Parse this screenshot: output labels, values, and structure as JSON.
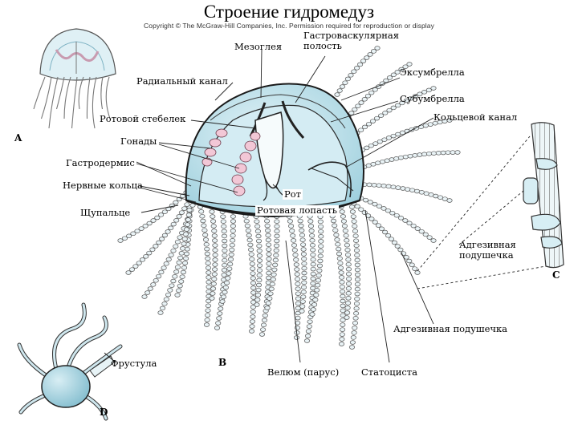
{
  "title": "Строение гидромедуз",
  "copyright": "Copyright © The McGraw-Hill Companies, Inc. Permission required for reproduction or display",
  "panels": {
    "a": "A",
    "b": "B",
    "c": "C",
    "d": "D"
  },
  "labels": {
    "mesoglea": "Мезоглея",
    "gastrovascular": "Гастроваскулярная полость",
    "exumbrella": "Эксумбрелла",
    "radial_canal": "Радиальный канал",
    "subumbrella": "Субумбрелла",
    "manubrium": "Ротовой стебелек",
    "ring_canal": "Кольцевой канал",
    "gonads": "Гонады",
    "gastrodermis": "Гастродермис",
    "nerve_rings": "Нервные кольца",
    "mouth": "Рот",
    "oral_lobe": "Ротовая лопасть",
    "tentacle": "Щупальце",
    "adhesive_pad_c": "Адгезивная подушечка",
    "adhesive_pad_b": "Адгезивная подушечка",
    "frustule": "Фрустула",
    "velum": "Велюм (парус)",
    "statocyst": "Статоциста"
  },
  "colors": {
    "bell_fill": "#bfe3ec",
    "bell_inner": "#d7eef4",
    "outline": "#1a1a1a",
    "gonad": "#f2c7d6",
    "tentacle_fill": "#e9f3f6"
  }
}
